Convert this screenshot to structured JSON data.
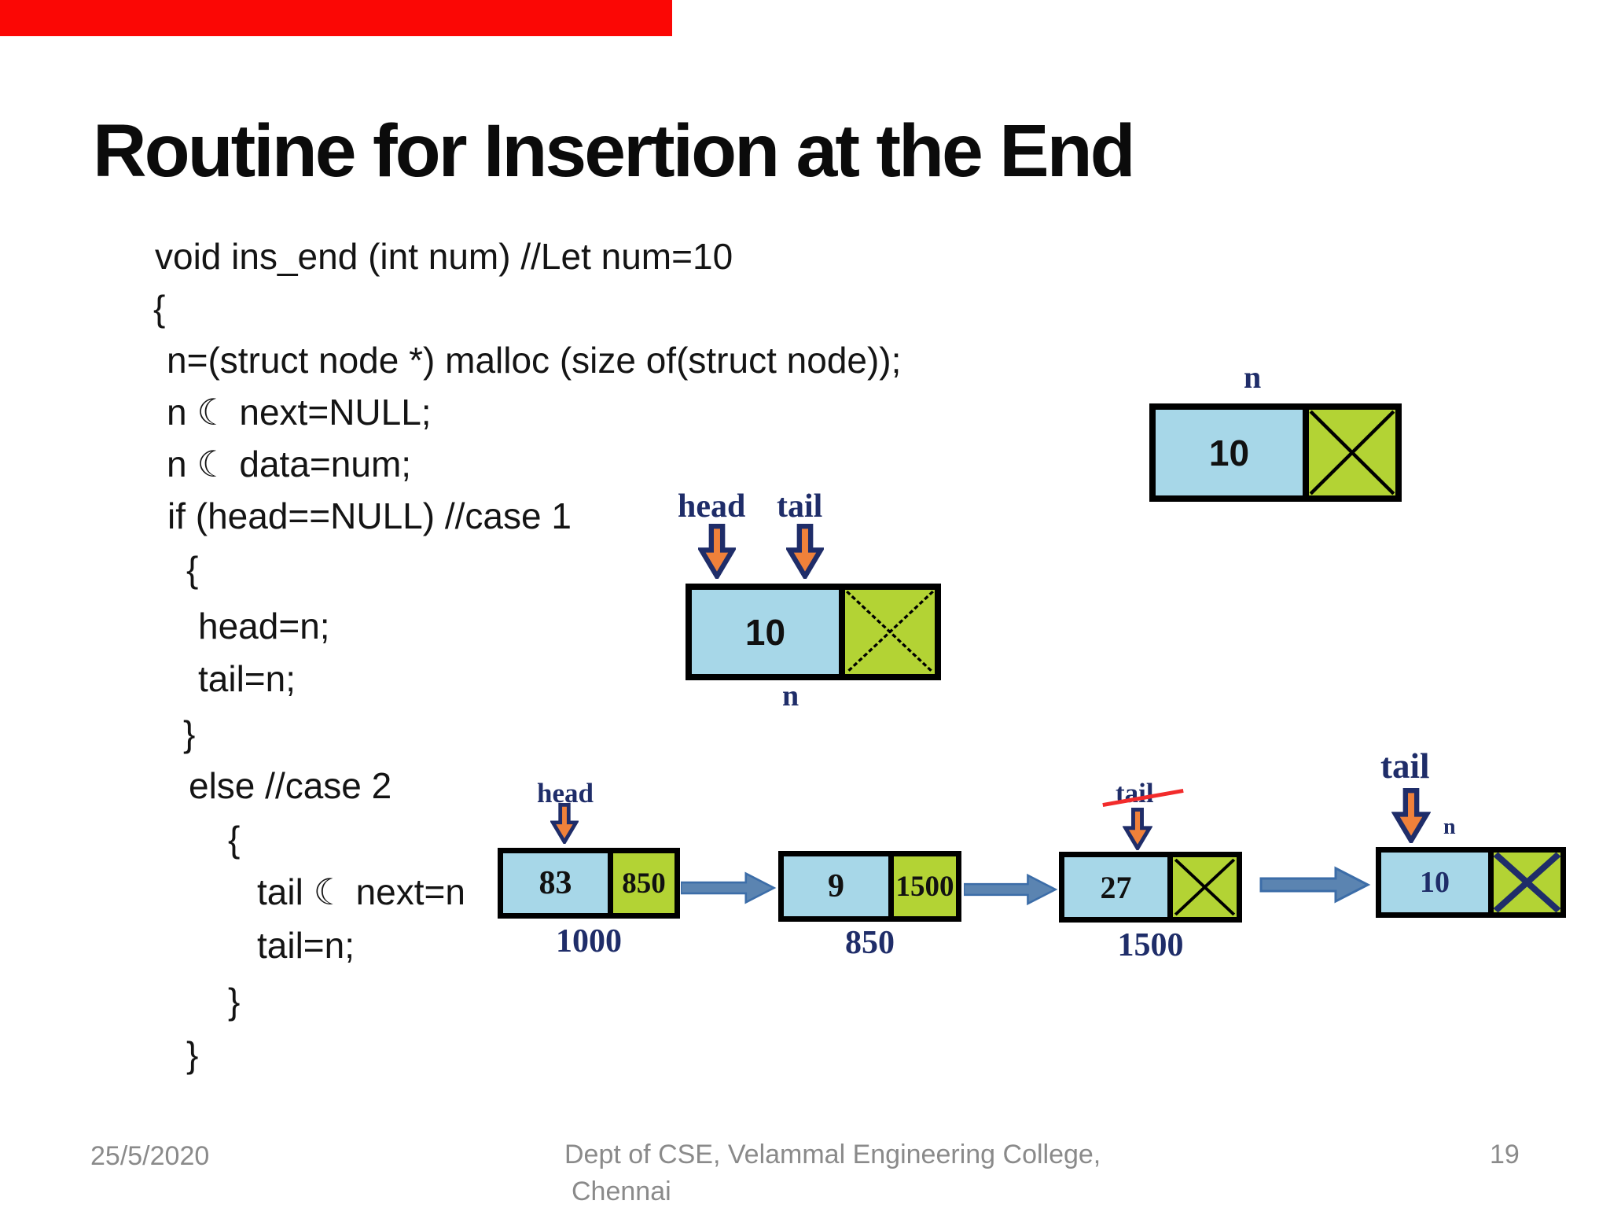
{
  "title": "Routine for Insertion at the End",
  "code": {
    "lines": [
      "void ins_end (int num) //Let num=10",
      "{",
      "n=(struct node *) malloc (size of(struct node));",
      "n ☾ next=NULL;",
      "n ☾ data=num;",
      "if (head==NULL) //case 1",
      "{",
      "head=n;",
      "tail=n;",
      "}",
      "else //case 2",
      "{",
      "tail ☾ next=n",
      "tail=n;",
      "}",
      "}"
    ]
  },
  "colors": {
    "accent_red": "#fb0705",
    "node_fill_blue": "#a7d7e8",
    "node_fill_green": "#b3d334",
    "pointer_navy": "#1f2d69",
    "arrow_orange": "#f0813a",
    "link_arrow_blue": "#5b84b1",
    "link_arrow_edge": "#3c6da8",
    "strike_red": "#f22b2b"
  },
  "new_node": {
    "label": "n",
    "data": "10",
    "next": null
  },
  "case1_node": {
    "head_label": "head",
    "tail_label": "tail",
    "data": "10",
    "node_label": "n",
    "next": null
  },
  "list": {
    "head_label": "head",
    "old_tail_label": "tail",
    "old_tail_struck": true,
    "new_tail_label": "tail",
    "new_node_label": "n",
    "nodes": [
      {
        "data": "83",
        "next": "850",
        "address": "1000"
      },
      {
        "data": "9",
        "next": "1500",
        "address": "850"
      },
      {
        "data": "27",
        "next": null,
        "address": "1500"
      },
      {
        "data": "10",
        "next": null,
        "address": ""
      }
    ]
  },
  "footer": {
    "date": "25/5/2020",
    "dept_line1": "Dept of CSE, Velammal Engineering College,",
    "dept_line2": "Chennai",
    "page_number": "19"
  }
}
